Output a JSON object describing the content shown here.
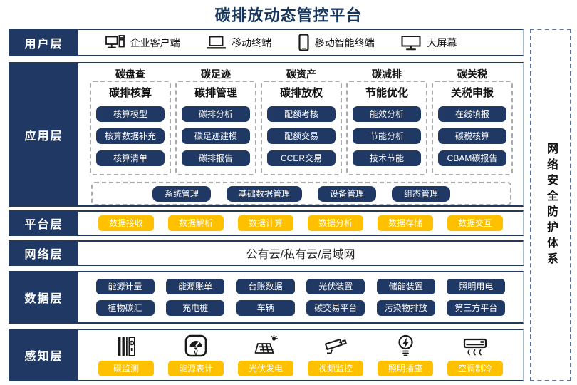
{
  "title": "碳排放动态管控平台",
  "security_sidebar": {
    "label": "网络安全防护体系"
  },
  "colors": {
    "navy": "#1F3864",
    "orange": "#FFC000",
    "row_border_light": "#A9BCD6",
    "row_border_dark": "#24385B",
    "dashed_gray": "#ABABAB",
    "sidebar_dash_blue": "#5B7499",
    "title_navy": "#17365D"
  },
  "layers": {
    "user": {
      "label": "用户层",
      "devices": [
        {
          "label": "企业客户端",
          "icon": "desktop-pc-icon"
        },
        {
          "label": "移动终端",
          "icon": "laptop-icon"
        },
        {
          "label": "移动智能终端",
          "icon": "smartphone-icon"
        },
        {
          "label": "大屏幕",
          "icon": "big-screen-icon"
        }
      ]
    },
    "application": {
      "label": "应用层",
      "columns": [
        {
          "category": "碳盘查",
          "module": "碳排核算",
          "items": [
            "核算模型",
            "核算数据补充",
            "核算清单"
          ]
        },
        {
          "category": "碳足迹",
          "module": "碳排管理",
          "items": [
            "碳排分析",
            "碳足迹建模",
            "碳排报告"
          ]
        },
        {
          "category": "碳资产",
          "module": "碳排放权",
          "items": [
            "配额考核",
            "配额交易",
            "CCER交易"
          ]
        },
        {
          "category": "碳减排",
          "module": "节能优化",
          "items": [
            "能效分析",
            "节能分析",
            "技术节能"
          ]
        },
        {
          "category": "碳关税",
          "module": "关税申报",
          "items": [
            "在线填报",
            "碳税核算",
            "CBAM碳报告"
          ]
        }
      ],
      "common_modules": [
        "系统管理",
        "基础数据管理",
        "设备管理",
        "组态管理"
      ]
    },
    "platform": {
      "label": "平台层",
      "items": [
        "数据接收",
        "数据解析",
        "数据计算",
        "数据分析",
        "数据存储",
        "数据交互"
      ]
    },
    "network": {
      "label": "网络层",
      "content": "公有云/私有云/局域网"
    },
    "data": {
      "label": "数据层",
      "rows": [
        [
          "能源计量",
          "能源账单",
          "台账数据",
          "光伏装置",
          "储能装置",
          "照明用电"
        ],
        [
          "植物碳汇",
          "充电桩",
          "车辆",
          "碳交易平台",
          "污染物排放",
          "第三方平台"
        ]
      ]
    },
    "perception": {
      "label": "感知层",
      "items": [
        {
          "label": "碳监测",
          "icon": "carbon-monitor-icon"
        },
        {
          "label": "能源表计",
          "icon": "energy-meter-icon"
        },
        {
          "label": "光伏发电",
          "icon": "solar-panel-icon"
        },
        {
          "label": "视频监控",
          "icon": "cctv-camera-icon"
        },
        {
          "label": "照明插座",
          "icon": "light-bulb-icon"
        },
        {
          "label": "空调制冷",
          "icon": "air-conditioner-icon"
        }
      ]
    }
  }
}
